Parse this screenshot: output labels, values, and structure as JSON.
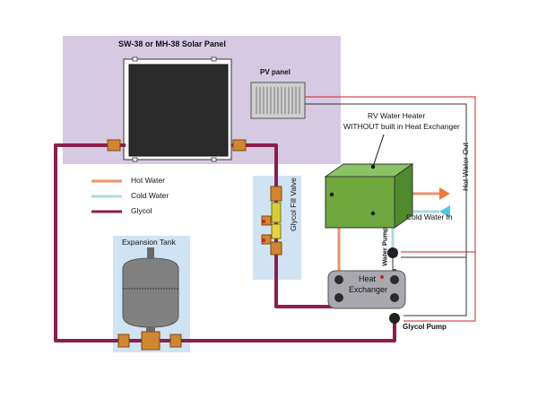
{
  "title": "SW-38 or MH-38 Solar Panel",
  "pv_panel_label": "PV panel",
  "water_heater_label": [
    "RV Water Heater",
    "WITHOUT built in Heat Exchanger"
  ],
  "hot_water_out_label": "Hot Water Out",
  "cold_water_in_label": "Cold Water In",
  "water_pump_label": "Water Pump",
  "heat_exchanger_label": [
    "Heat",
    "Exchanger"
  ],
  "glycol_pump_label": "Glycol Pump",
  "glycol_fill_valve_label": "Glycol Fill Valve",
  "expansion_tank_label": "Expansion Tank",
  "legend": [
    {
      "label": "Hot Water",
      "color": "#e8956a"
    },
    {
      "label": "Cold Water",
      "color": "#a8dbe0"
    },
    {
      "label": "Glycol",
      "color": "#8b1e4c"
    }
  ],
  "colors": {
    "panel_region": "#d6c9e2",
    "blue_region": "#cfe3f3",
    "glycol": "#8b1e4c",
    "hot_water": "#e8956a",
    "cold_water": "#a8dbe0",
    "heater_green": "#6ea83e",
    "tank_gray": "#808080",
    "pv_wire": "#cc2222"
  }
}
